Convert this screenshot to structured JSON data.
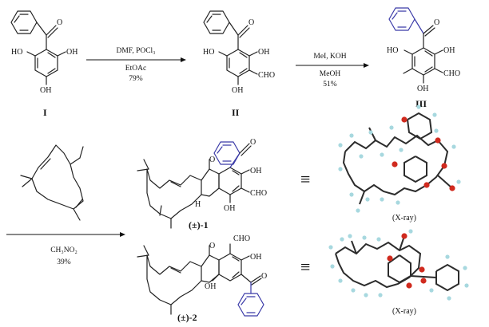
{
  "compounds": {
    "c1_label": "I",
    "c2_label": "II",
    "c3_label": "III",
    "p1_label": "(±)-1",
    "p2_label": "(±)-2"
  },
  "groups": {
    "oh": "OH",
    "ho": "HO",
    "o": "O",
    "cho": "CHO",
    "h": "H"
  },
  "reactions": {
    "step1": {
      "reagents": "DMF, POCl₃",
      "solvent": "EtOAc",
      "yield": "79%"
    },
    "step2": {
      "reagents": "MeI, KOH",
      "solvent": "MeOH",
      "yield": "51%"
    },
    "step3": {
      "reagents": "CH₃NO₂",
      "yield": "39%"
    }
  },
  "equivalence_symbol": "≡",
  "xray_label": "(X-ray)",
  "colors": {
    "highlight_blue": "#3a3aa8",
    "atom_oxygen": "#d02a1e",
    "atom_hydrogen": "#a7d8df",
    "atom_carbon": "#2c2c2c"
  }
}
